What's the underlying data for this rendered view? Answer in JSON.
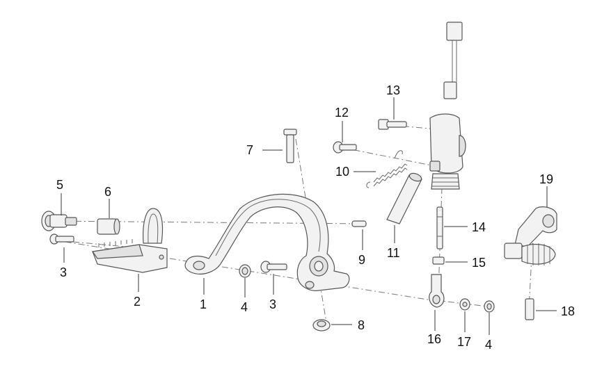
{
  "diagram": {
    "callouts": [
      "1",
      "2",
      "3",
      "3",
      "4",
      "4",
      "5",
      "6",
      "7",
      "8",
      "9",
      "10",
      "11",
      "12",
      "13",
      "14",
      "15",
      "16",
      "17",
      "18",
      "19"
    ]
  }
}
